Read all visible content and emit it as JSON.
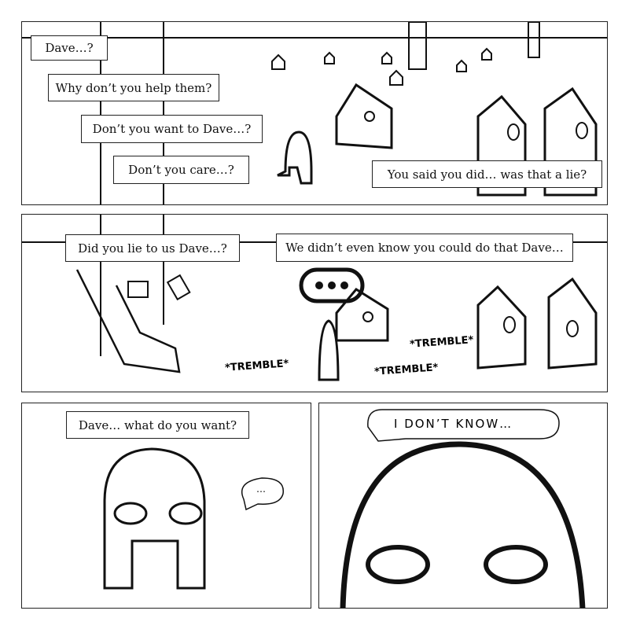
{
  "panel1": {
    "captions": [
      "Dave…?",
      "Why don’t you help them?",
      "Don’t you want to Dave…?",
      "Don’t you care…?",
      "You said you did… was that a lie?"
    ]
  },
  "panel2": {
    "captions": [
      "Did you lie to us Dave…?",
      "We didn’t even know you could do that Dave…"
    ],
    "speech": "•••",
    "sfx": [
      "*TREMBLE*",
      "*TREMBLE*",
      "*TREMBLE*"
    ]
  },
  "panel3": {
    "caption": "Dave… what do you want?",
    "speech": "…"
  },
  "panel4": {
    "speech": "I DON’T KNOW…"
  }
}
